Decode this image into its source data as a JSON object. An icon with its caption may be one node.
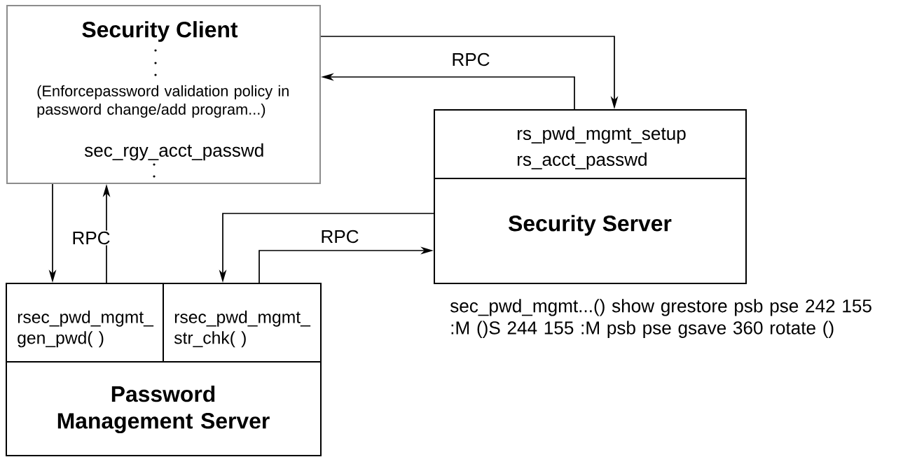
{
  "diagram": {
    "nodes": [
      {
        "text": [
          "Security Client",
          "(Enforcepassword validation policy in password change/add program...)",
          "sec_rgy_acct_passwd"
        ]
      },
      {
        "text": [
          "Security Server"
        ]
      },
      {
        "text": [
          "rs_pwd_mgmt_setup",
          "rs_acct_passwd"
        ],
        "in": 1
      },
      {
        "text": [
          "Password Management Server"
        ]
      },
      {
        "text": [
          "rsec_pwd_mgmt_ gen_pwd( )"
        ],
        "in": 3
      },
      {
        "text": [
          "rsec_pwd_mgmt_ str_chk( )"
        ],
        "in": 3
      }
    ],
    "edges": [
      {
        "from": 0,
        "to": 2,
        "arrow": "to"
      },
      {
        "from": 2,
        "to": 0,
        "arrow": "to",
        "label": "RPC"
      },
      {
        "from": 0,
        "to": 4,
        "arrow": "to"
      },
      {
        "from": 4,
        "to": 0,
        "arrow": "to",
        "label": "RPC"
      },
      {
        "from": 1,
        "to": 5,
        "arrow": "to"
      },
      {
        "from": 5,
        "to": 1,
        "arrow": "to",
        "label": "RPC"
      }
    ],
    "labels": [
      "sec_pwd_mgmt...() show grestore psb pse 242 155 :M ()S 244 155 :M psb pse gsave 360 rotate ()"
    ]
  }
}
